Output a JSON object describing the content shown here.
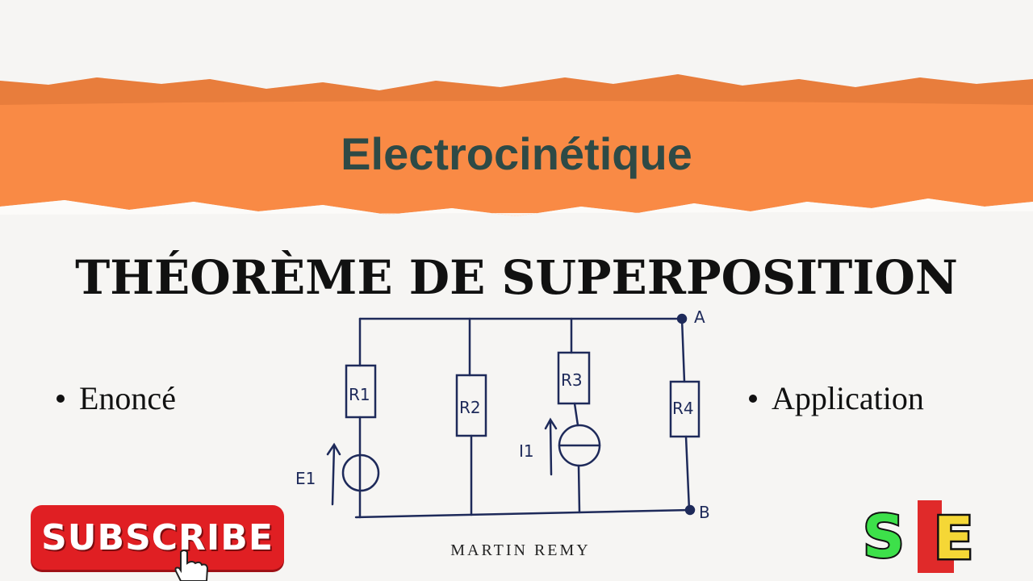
{
  "topic": "Electrocinétique",
  "heading": "THÉORÈME DE SUPERPOSITION",
  "bullets": [
    "Enoncé",
    "Application"
  ],
  "author": "MARTIN REMY",
  "subscribe_button": "SUBSCRIBE",
  "logo_text": "SLE",
  "circuit": {
    "nodes": [
      "A",
      "B"
    ],
    "resistors": [
      "R1",
      "R2",
      "R3",
      "R4"
    ],
    "sources": [
      "E1",
      "I1"
    ]
  },
  "colors": {
    "band": "#f98a45",
    "topic": "#2e4a46",
    "ink": "#1e2a5a",
    "subscribe": "#e01f23"
  }
}
